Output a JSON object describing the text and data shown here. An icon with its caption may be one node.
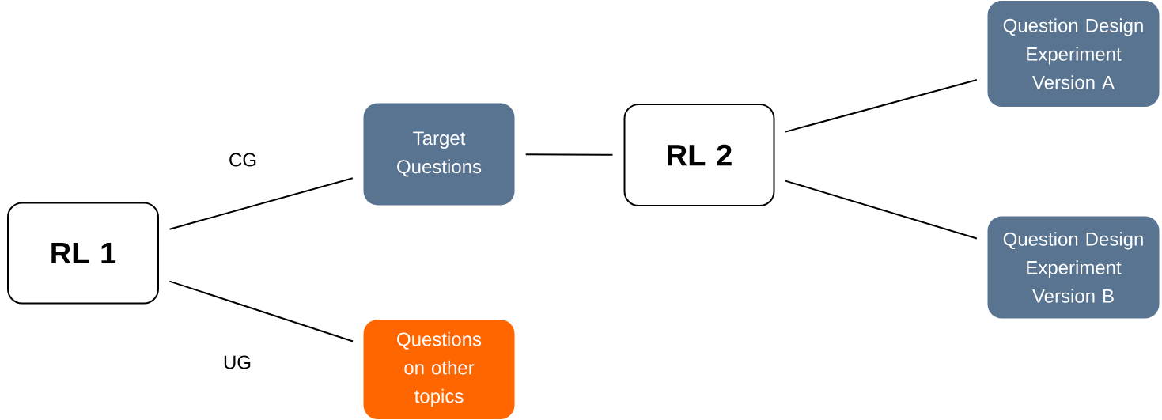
{
  "diagram": {
    "nodes": [
      {
        "text": [
          "RL 1"
        ]
      },
      {
        "text": [
          "Target Questions"
        ]
      },
      {
        "text": [
          "Questions on other topics"
        ]
      },
      {
        "text": [
          "RL 2"
        ]
      },
      {
        "text": [
          "Question Design Experiment Version A"
        ]
      },
      {
        "text": [
          "Question Design Experiment Version B"
        ]
      }
    ],
    "edges": [
      {
        "from": 0,
        "to": 1,
        "arrow": "none",
        "label": "CG"
      },
      {
        "from": 0,
        "to": 2,
        "arrow": "none",
        "label": "UG"
      },
      {
        "from": 1,
        "to": 3,
        "arrow": "none"
      },
      {
        "from": 3,
        "to": 4,
        "arrow": "none"
      },
      {
        "from": 3,
        "to": 5,
        "arrow": "none"
      }
    ]
  }
}
